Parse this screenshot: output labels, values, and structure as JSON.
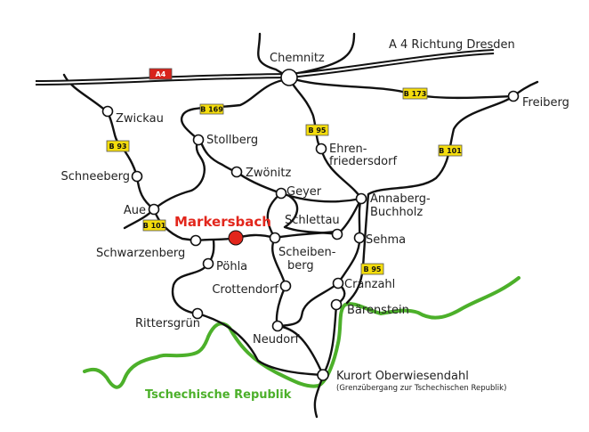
{
  "title_dir": "A 4 Richtung Dresden",
  "roads": {
    "a4": "A4",
    "b93": "B 93",
    "b169": "B 169",
    "b95_north": "B 95",
    "b173": "B 173",
    "b101_east": "B 101",
    "b101_west": "B 101",
    "b95_south": "B 95"
  },
  "towns": {
    "chemnitz": "Chemnitz",
    "zwickau": "Zwickau",
    "schneeberg": "Schneeberg",
    "aue": "Aue",
    "markersbach": "Markersbach",
    "schwarzenberg": "Schwarzenberg",
    "stollberg": "Stollberg",
    "zwoenitz": "Zwönitz",
    "geyer": "Geyer",
    "schlettau": "Schlettau",
    "scheibenberg_1": "Scheiben-",
    "scheibenberg_2": "berg",
    "annaberg_1": "Annaberg-",
    "annaberg_2": "Buchholz",
    "ehren_1": "Ehren-",
    "ehren_2": "friedersdorf",
    "freiberg": "Freiberg",
    "sehma": "Sehma",
    "poehla": "Pöhla",
    "crottendorf": "Crottendorf",
    "cranzahl": "Cranzahl",
    "baerenstein": "Bärenstein",
    "rittersgruen": "Rittersgrün",
    "neudorf": "Neudorf",
    "oberwiesenthal": "Kurort Oberwiesendahl",
    "oberwiesenthal_note": "(Grenzübergang zur Tschechischen Republik)"
  },
  "country": "Tschechische Republik",
  "colors": {
    "highlight": "#e2261c",
    "border": "#4cb02a",
    "federal_road": "#f5dd0c",
    "autobahn": "#d8231b"
  }
}
